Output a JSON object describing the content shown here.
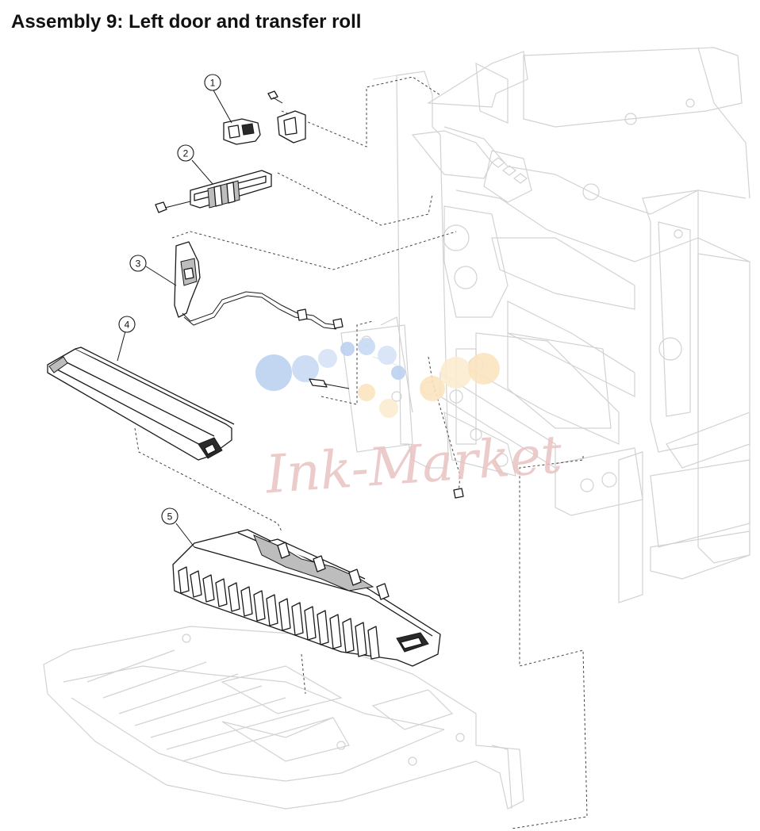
{
  "title": "Assembly 9:  Left door and transfer roll",
  "callouts": [
    {
      "id": "1",
      "label": "1"
    },
    {
      "id": "2",
      "label": "2"
    },
    {
      "id": "3",
      "label": "3"
    },
    {
      "id": "4",
      "label": "4"
    },
    {
      "id": "5",
      "label": "5"
    }
  ],
  "watermark": {
    "text": "Ink-Market",
    "dot_colors_blue": [
      "#bcd2f0",
      "#c6d9f3",
      "#d6e3f7"
    ],
    "dot_colors_orange": [
      "#fbe3bf",
      "#fcebd0"
    ]
  },
  "colors": {
    "line": "#1a1a1a",
    "ghost": "#d2d2d2",
    "title": "#111111"
  }
}
